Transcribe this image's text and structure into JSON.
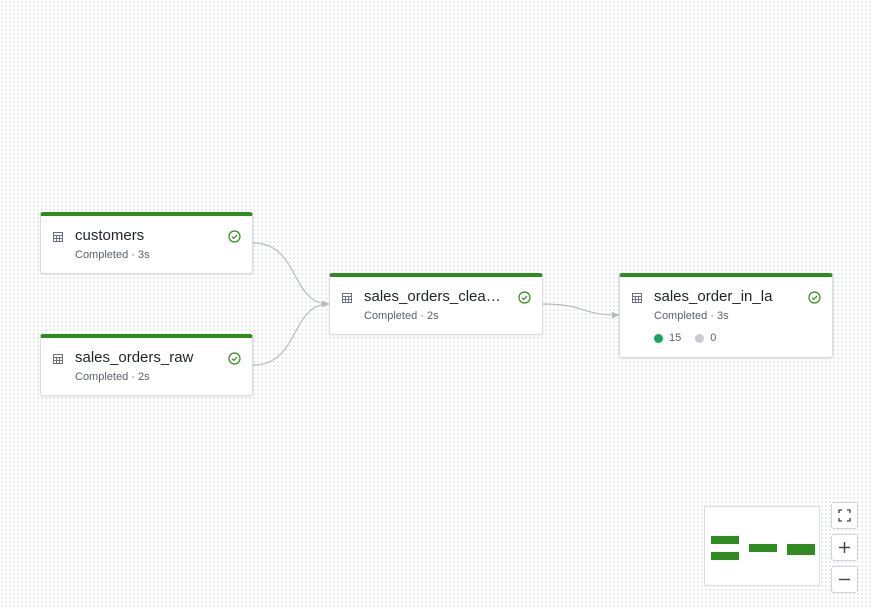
{
  "nodes": {
    "customers": {
      "name": "customers",
      "status": "Completed · 3s"
    },
    "sales_orders_raw": {
      "name": "sales_orders_raw",
      "status": "Completed · 2s"
    },
    "sales_orders_cleaned": {
      "name": "sales_orders_clea…",
      "status": "Completed · 2s"
    },
    "sales_order_in_la": {
      "name": "sales_order_in_la",
      "status": "Completed · 3s",
      "passed_count": "15",
      "failed_count": "0"
    }
  },
  "edges": [
    {
      "from": "customers",
      "to": "sales_orders_cleaned"
    },
    {
      "from": "sales_orders_raw",
      "to": "sales_orders_cleaned"
    },
    {
      "from": "sales_orders_cleaned",
      "to": "sales_order_in_la"
    }
  ],
  "icons": {
    "node_type": "table-icon",
    "node_status": "check-circle-icon",
    "fit_view": "fit-view-icon",
    "zoom_in": "plus-icon",
    "zoom_out": "minus-icon"
  },
  "colors": {
    "completed": "#2f8c1f",
    "passed_dot": "#1aa35f",
    "failed_dot": "#c8cbcf",
    "edge": "#b8bcc2"
  }
}
